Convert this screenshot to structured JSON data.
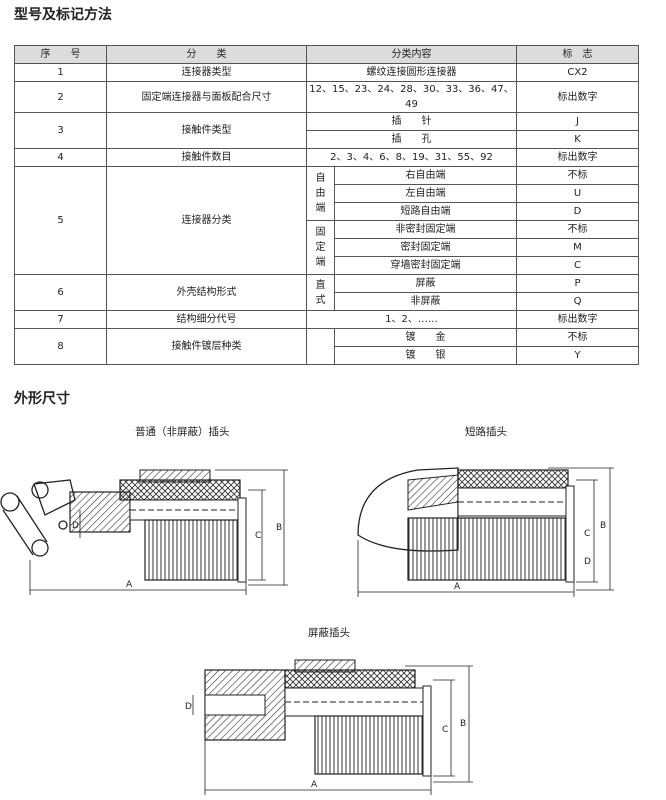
{
  "headings": {
    "model_marking": "型号及标记方法",
    "dimensions": "外形尺寸"
  },
  "table": {
    "headers": [
      "序　　号",
      "分　　类",
      "分类内容",
      "标　志"
    ],
    "rows": {
      "r1": {
        "no": "1",
        "category": "连接器类型",
        "content": "螺纹连接圆形连接器",
        "mark": "CX2"
      },
      "r2": {
        "no": "2",
        "category": "固定端连接器与面板配合尺寸",
        "content": "12、15、23、24、28、30、33、36、47、49",
        "mark": "标出数字"
      },
      "r3": {
        "no": "3",
        "category": "接触件类型",
        "pin": "插　　针",
        "pin_mark": "J",
        "socket": "插　　孔",
        "socket_mark": "K"
      },
      "r4": {
        "no": "4",
        "category": "接触件数目",
        "content": "2、3、4、6、8、19、31、55、92",
        "mark": "标出数字"
      },
      "r5": {
        "no": "5",
        "category": "连接器分类",
        "free_group": [
          "自",
          "由",
          "端"
        ],
        "fixed_group": [
          "固",
          "定",
          "端"
        ],
        "items": [
          {
            "name": "右自由端",
            "mark": "不标"
          },
          {
            "name": "左自由端",
            "mark": "U"
          },
          {
            "name": "短路自由端",
            "mark": "D"
          },
          {
            "name": "非密封固定端",
            "mark": "不标"
          },
          {
            "name": "密封固定端",
            "mark": "M"
          },
          {
            "name": "穿墙密封固定端",
            "mark": "C"
          }
        ]
      },
      "r6": {
        "no": "6",
        "category": "外壳结构形式",
        "group": [
          "直",
          "式"
        ],
        "items": [
          {
            "name": "屏蔽",
            "mark": "P"
          },
          {
            "name": "非屏蔽",
            "mark": "Q"
          }
        ]
      },
      "r7": {
        "no": "7",
        "category": "结构细分代号",
        "content": "1、2、……",
        "mark": "标出数字"
      },
      "r8": {
        "no": "8",
        "category": "接触件镀层种类",
        "items": [
          {
            "name": "镀　　金",
            "mark": "不标"
          },
          {
            "name": "镀　　银",
            "mark": "Y"
          }
        ]
      }
    }
  },
  "drawings": {
    "normal_plug": {
      "caption": "普通（非屏蔽）插头",
      "dim_a": "A",
      "dim_b": "B",
      "dim_c": "C",
      "dim_d": "D"
    },
    "short_plug": {
      "caption": "短路插头",
      "dim_a": "A",
      "dim_b": "B",
      "dim_c": "C",
      "dim_d": "D"
    },
    "shield_plug": {
      "caption": "屏蔽插头",
      "dim_a": "A",
      "dim_b": "B",
      "dim_c": "C",
      "dim_d": "D"
    }
  },
  "colors": {
    "header_bg": "#dcdcdc",
    "line": "#555555",
    "hatch": "#333333"
  }
}
